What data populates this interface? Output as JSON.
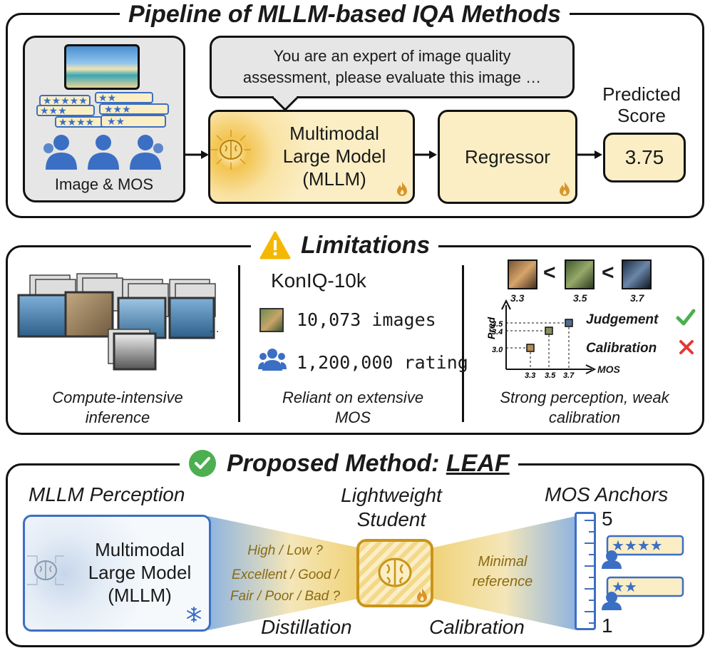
{
  "pipeline": {
    "title": "Pipeline of MLLM-based IQA Methods",
    "input_label": "Image & MOS",
    "prompt": "You are an expert of image quality assessment, please evaluate this image …",
    "mllm_label": "Multimodal Large Model (MLLM)",
    "regressor_label": "Regressor",
    "predicted_label": "Predicted Score",
    "score": "3.75"
  },
  "limitations": {
    "title": "Limitations",
    "col1_caption": "Compute-intensive inference",
    "dataset": "KonIQ-10k",
    "images_count": "10,073 images",
    "rating_count": "1,200,000 rating",
    "col2_caption": "Reliant on extensive MOS",
    "order": {
      "s1": "3.3",
      "s2": "3.5",
      "s3": "3.7",
      "lt": "<"
    },
    "plot": {
      "ylabel": "Pred",
      "xlabel": "MOS",
      "yt1": "3.5",
      "yt2": "3.4",
      "yt3": "3.0",
      "xt1": "3.3",
      "xt2": "3.5",
      "xt3": "3.7"
    },
    "judgement": "Judgement",
    "calibration": "Calibration",
    "col3_caption": "Strong perception, weak calibration",
    "ellipsis": "..."
  },
  "proposed": {
    "title_prefix": "Proposed Method: ",
    "title_name": "LEAF",
    "mllm_perception": "MLLM Perception",
    "mllm_label": "Multimodal Large Model (MLLM)",
    "question1": "High / Low ?",
    "question2": "Excellent / Good /",
    "question3": "Fair / Poor / Bad ?",
    "student": "Lightweight Student",
    "minimal_ref": "Minimal reference",
    "anchors": "MOS Anchors",
    "top": "5",
    "bottom": "1",
    "distillation": "Distillation",
    "calibration": "Calibration"
  },
  "chart_data": {
    "type": "scatter",
    "xlabel": "MOS",
    "ylabel": "Pred",
    "x": [
      3.3,
      3.5,
      3.7
    ],
    "y": [
      3.0,
      3.4,
      3.5
    ]
  },
  "colors": {
    "cream": "#fbeec4",
    "blue": "#3b6fc4",
    "gold": "#c9941a",
    "green": "#4caf50",
    "red": "#e53935"
  }
}
